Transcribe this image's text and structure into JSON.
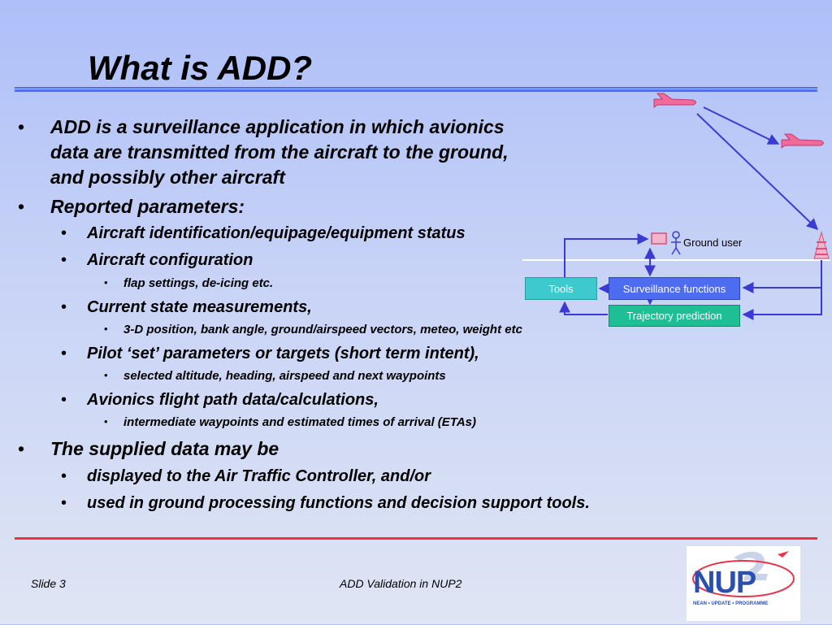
{
  "slide": {
    "title": "What is ADD?",
    "bullets": {
      "b1_line1": "ADD is a surveillance application in which avionics",
      "b1_line2": "data are transmitted from the aircraft to the ground,",
      "b1_line3": "and possibly other aircraft",
      "b2": "Reported parameters:",
      "b2_1": "Aircraft identification/equipage/equipment status",
      "b2_2": "Aircraft configuration",
      "b2_2_1": "flap settings, de-icing etc.",
      "b2_3": "Current state measurements,",
      "b2_3_1": "3-D position, bank angle, ground/airspeed vectors, meteo, weight etc",
      "b2_4": "Pilot ‘set’ parameters or targets (short term intent),",
      "b2_4_1": "selected altitude, heading, airspeed and next waypoints",
      "b2_5": "Avionics flight path data/calculations,",
      "b2_5_1": "intermediate waypoints and estimated times of arrival (ETAs)",
      "b3": "The supplied data may be",
      "b3_1": "displayed to the Air Traffic Controller, and/or",
      "b3_2": "used in ground processing functions and decision support tools."
    },
    "bullet_char": "•"
  },
  "diagram": {
    "tools": "Tools",
    "surveillance": "Surveillance functions",
    "trajectory": "Trajectory prediction",
    "ground_user": "Ground user"
  },
  "footer": {
    "slide_number": "Slide 3",
    "center": "ADD Validation in NUP2"
  },
  "logo": {
    "text": "NUP",
    "tagline": "NEAN • UPDATE • PROGRAMME"
  },
  "colors": {
    "tools_box": "#3ec9cf",
    "surveillance_box": "#4e6cf0",
    "trajectory_box": "#1fbf96",
    "arrows": "#3b3bd1",
    "aircraft": "#f06a9a",
    "rule_bottom": "#e8334d"
  }
}
